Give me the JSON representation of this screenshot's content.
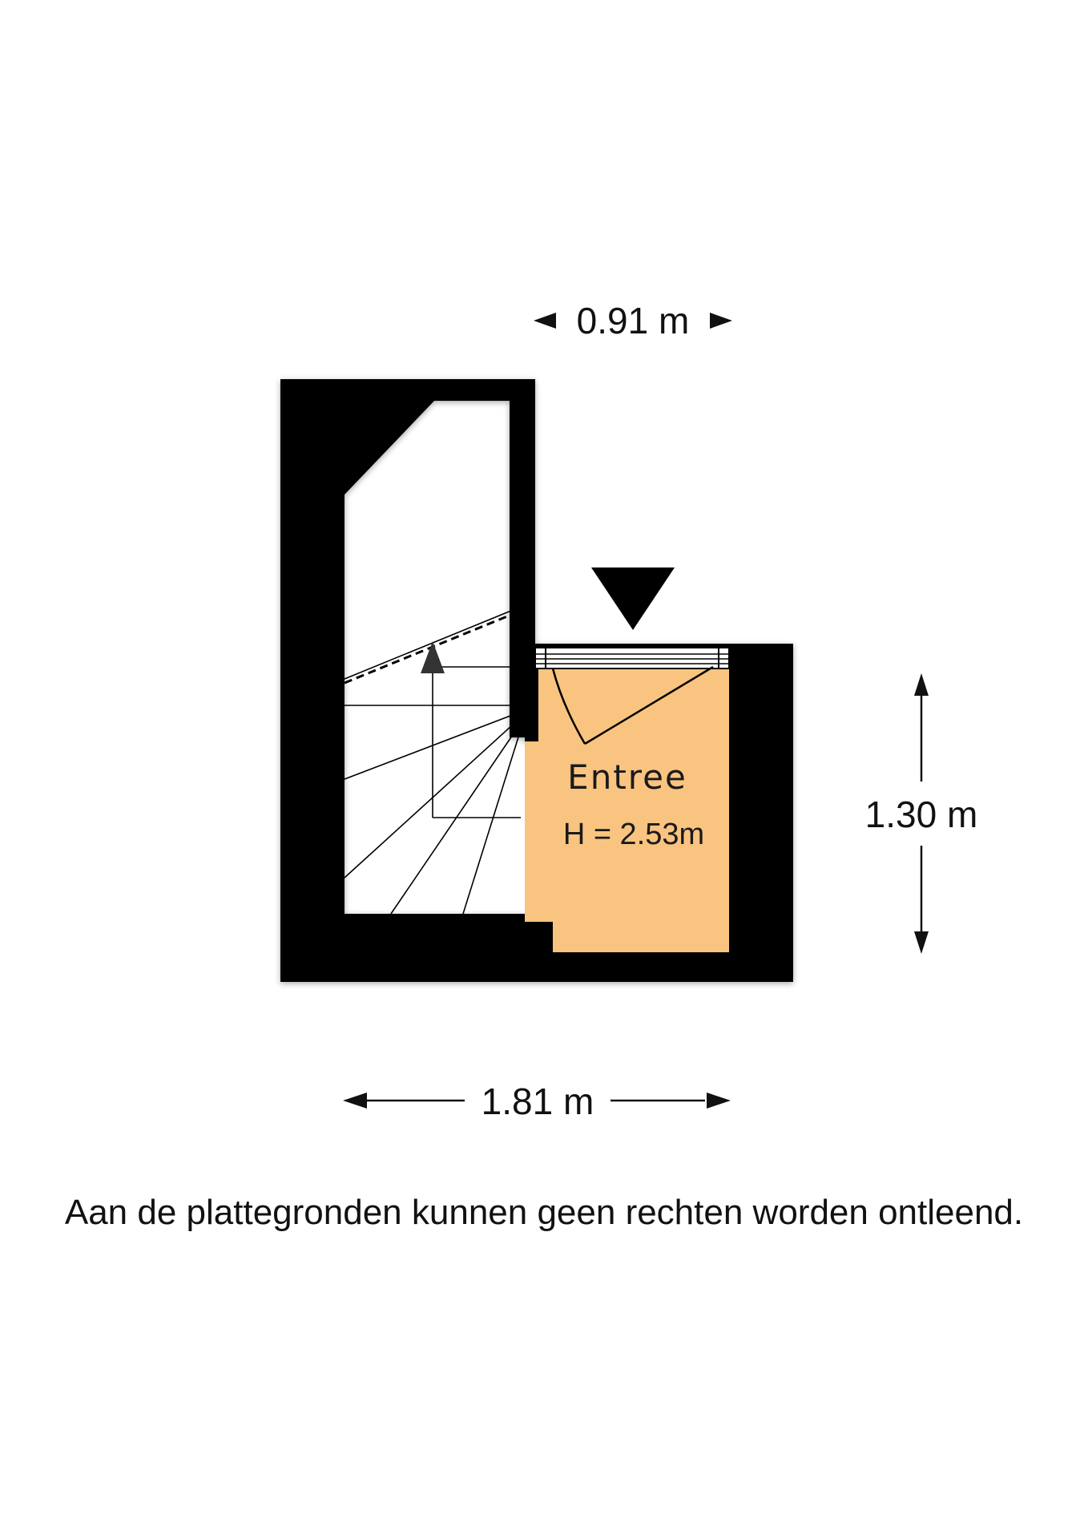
{
  "floorplan": {
    "room": {
      "name": "Entree",
      "height_label": "H = 2.53m",
      "fill_color": "#f9c47f"
    },
    "dimensions": {
      "top": "0.91 m",
      "right": "1.30 m",
      "bottom": "1.81 m"
    },
    "wall_color": "#000000"
  },
  "disclaimer": "Aan de plattegronden kunnen geen rechten worden ontleend."
}
